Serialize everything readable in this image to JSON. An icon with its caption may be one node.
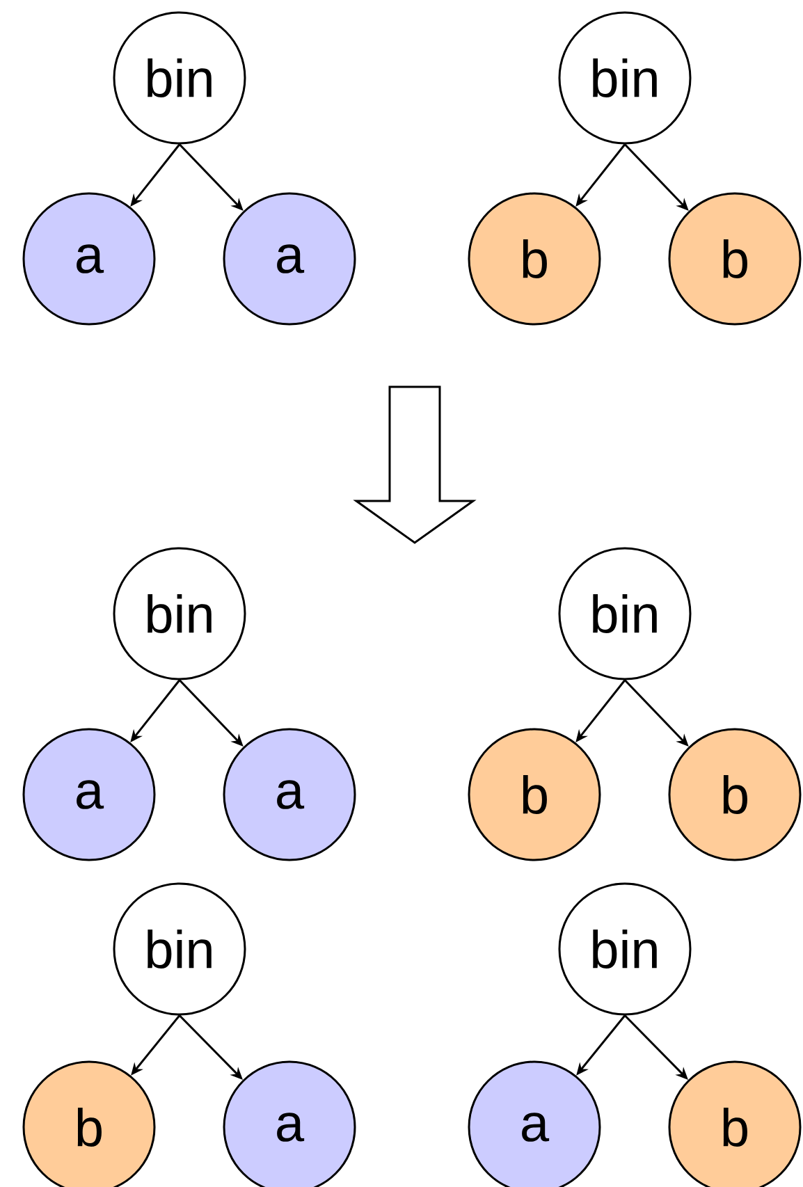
{
  "diagram": {
    "nodes": [
      {
        "text": [
          "bin"
        ]
      },
      {
        "text": [
          "a"
        ]
      },
      {
        "text": [
          "a"
        ]
      },
      {
        "text": [
          "bin"
        ]
      },
      {
        "text": [
          "b"
        ]
      },
      {
        "text": [
          "b"
        ]
      },
      {
        "text": [
          "bin"
        ]
      },
      {
        "text": [
          "a"
        ]
      },
      {
        "text": [
          "a"
        ]
      },
      {
        "text": [
          "bin"
        ]
      },
      {
        "text": [
          "b"
        ]
      },
      {
        "text": [
          "b"
        ]
      },
      {
        "text": [
          "bin"
        ]
      },
      {
        "text": [
          "b"
        ]
      },
      {
        "text": [
          "a"
        ]
      },
      {
        "text": [
          "bin"
        ]
      },
      {
        "text": [
          "a"
        ]
      },
      {
        "text": [
          "b"
        ]
      }
    ],
    "edges": [
      {
        "from": 0,
        "to": 1,
        "arrow": "to"
      },
      {
        "from": 0,
        "to": 2,
        "arrow": "to"
      },
      {
        "from": 3,
        "to": 4,
        "arrow": "to"
      },
      {
        "from": 3,
        "to": 5,
        "arrow": "to"
      },
      {
        "from": 6,
        "to": 7,
        "arrow": "to"
      },
      {
        "from": 6,
        "to": 8,
        "arrow": "to"
      },
      {
        "from": 9,
        "to": 10,
        "arrow": "to"
      },
      {
        "from": 9,
        "to": 11,
        "arrow": "to"
      },
      {
        "from": 12,
        "to": 13,
        "arrow": "to"
      },
      {
        "from": 12,
        "to": 14,
        "arrow": "to"
      },
      {
        "from": 15,
        "to": 16,
        "arrow": "to"
      },
      {
        "from": 15,
        "to": 17,
        "arrow": "to"
      }
    ]
  }
}
